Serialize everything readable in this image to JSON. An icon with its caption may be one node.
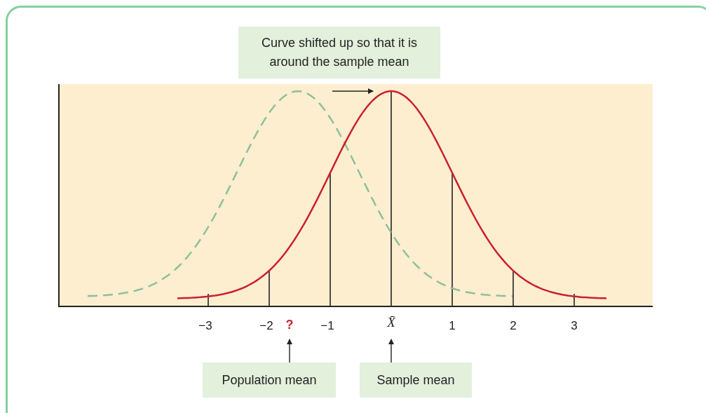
{
  "diagram": {
    "nodes": [
      {
        "text": [
          "Curve shifted up so that it is around the sample mean"
        ]
      },
      {
        "text": [
          "?"
        ]
      },
      {
        "text": [
          "X̄"
        ]
      },
      {
        "text": [
          "Population mean"
        ]
      },
      {
        "text": [
          "Sample mean"
        ]
      }
    ],
    "edges": [
      {
        "from": 3,
        "to": 1,
        "arrow": "to"
      },
      {
        "from": 4,
        "to": 2,
        "arrow": "to"
      }
    ],
    "labels": [
      "−3",
      "−2",
      "−1",
      "1",
      "2",
      "3"
    ]
  }
}
